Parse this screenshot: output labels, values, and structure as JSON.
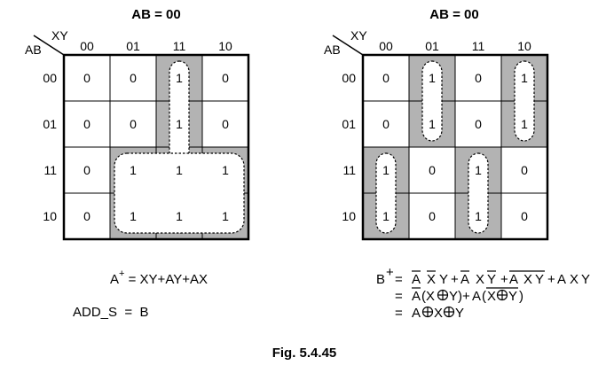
{
  "kmaps": [
    {
      "title": "AB = 00",
      "corner_col_var": "XY",
      "corner_row_var": "AB",
      "col_headers": [
        "00",
        "01",
        "11",
        "10"
      ],
      "row_headers": [
        "00",
        "01",
        "11",
        "10"
      ],
      "cells": [
        [
          "0",
          "0",
          "1",
          "0"
        ],
        [
          "0",
          "0",
          "1",
          "0"
        ],
        [
          "0",
          "1",
          "1",
          "1"
        ],
        [
          "0",
          "1",
          "1",
          "1"
        ]
      ],
      "shaded": [
        [
          0,
          0,
          1,
          0
        ],
        [
          0,
          0,
          1,
          0
        ],
        [
          0,
          1,
          1,
          1
        ],
        [
          0,
          1,
          1,
          1
        ]
      ],
      "groups": [
        {
          "r0": 0,
          "c0": 2,
          "r1": 3,
          "c1": 2
        },
        {
          "r0": 2,
          "c0": 1,
          "r1": 3,
          "c1": 3
        }
      ]
    },
    {
      "title": "AB = 00",
      "corner_col_var": "XY",
      "corner_row_var": "AB",
      "col_headers": [
        "00",
        "01",
        "11",
        "10"
      ],
      "row_headers": [
        "00",
        "01",
        "11",
        "10"
      ],
      "cells": [
        [
          "0",
          "1",
          "0",
          "1"
        ],
        [
          "0",
          "1",
          "0",
          "1"
        ],
        [
          "1",
          "0",
          "1",
          "0"
        ],
        [
          "1",
          "0",
          "1",
          "0"
        ]
      ],
      "shaded": [
        [
          0,
          1,
          0,
          1
        ],
        [
          0,
          1,
          0,
          1
        ],
        [
          1,
          0,
          1,
          0
        ],
        [
          1,
          0,
          1,
          0
        ]
      ],
      "groups": [
        {
          "r0": 0,
          "c0": 1,
          "r1": 1,
          "c1": 1
        },
        {
          "r0": 0,
          "c0": 3,
          "r1": 1,
          "c1": 3
        },
        {
          "r0": 2,
          "c0": 0,
          "r1": 3,
          "c1": 0
        },
        {
          "r0": 2,
          "c0": 2,
          "r1": 3,
          "c1": 2
        }
      ]
    }
  ],
  "equations": {
    "a_plus": "A⁺ = XY+AY+AX",
    "add_s": "ADD_S  =  B",
    "b_plus_line1": "B⁺ = A̅ X̅ Y + A̅ X Y̅ + A X̅ Y̅ + A X Y",
    "b_plus_line2": "= A̅(X⊕Y) + A(X⊕Y)̅",
    "b_plus_line3": "= A⊕X⊕Y"
  },
  "caption": "Fig. 5.4.45",
  "colors": {
    "shade": "#b3b3b3",
    "ink": "#000000",
    "oval_fill": "#ffffff"
  }
}
